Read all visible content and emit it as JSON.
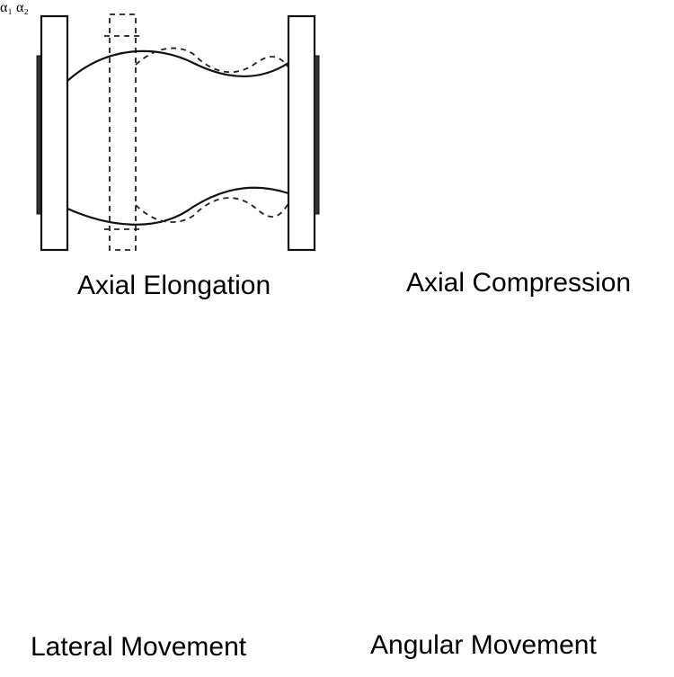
{
  "panels": {
    "axial_elongation": {
      "label": "Axial Elongation"
    },
    "axial_compression": {
      "label": "Axial Compression"
    },
    "lateral_movement": {
      "label": "Lateral Movement"
    },
    "angular_movement": {
      "label": "Angular Movement",
      "angle_left": "α₁",
      "angle_right": "α₂"
    }
  }
}
